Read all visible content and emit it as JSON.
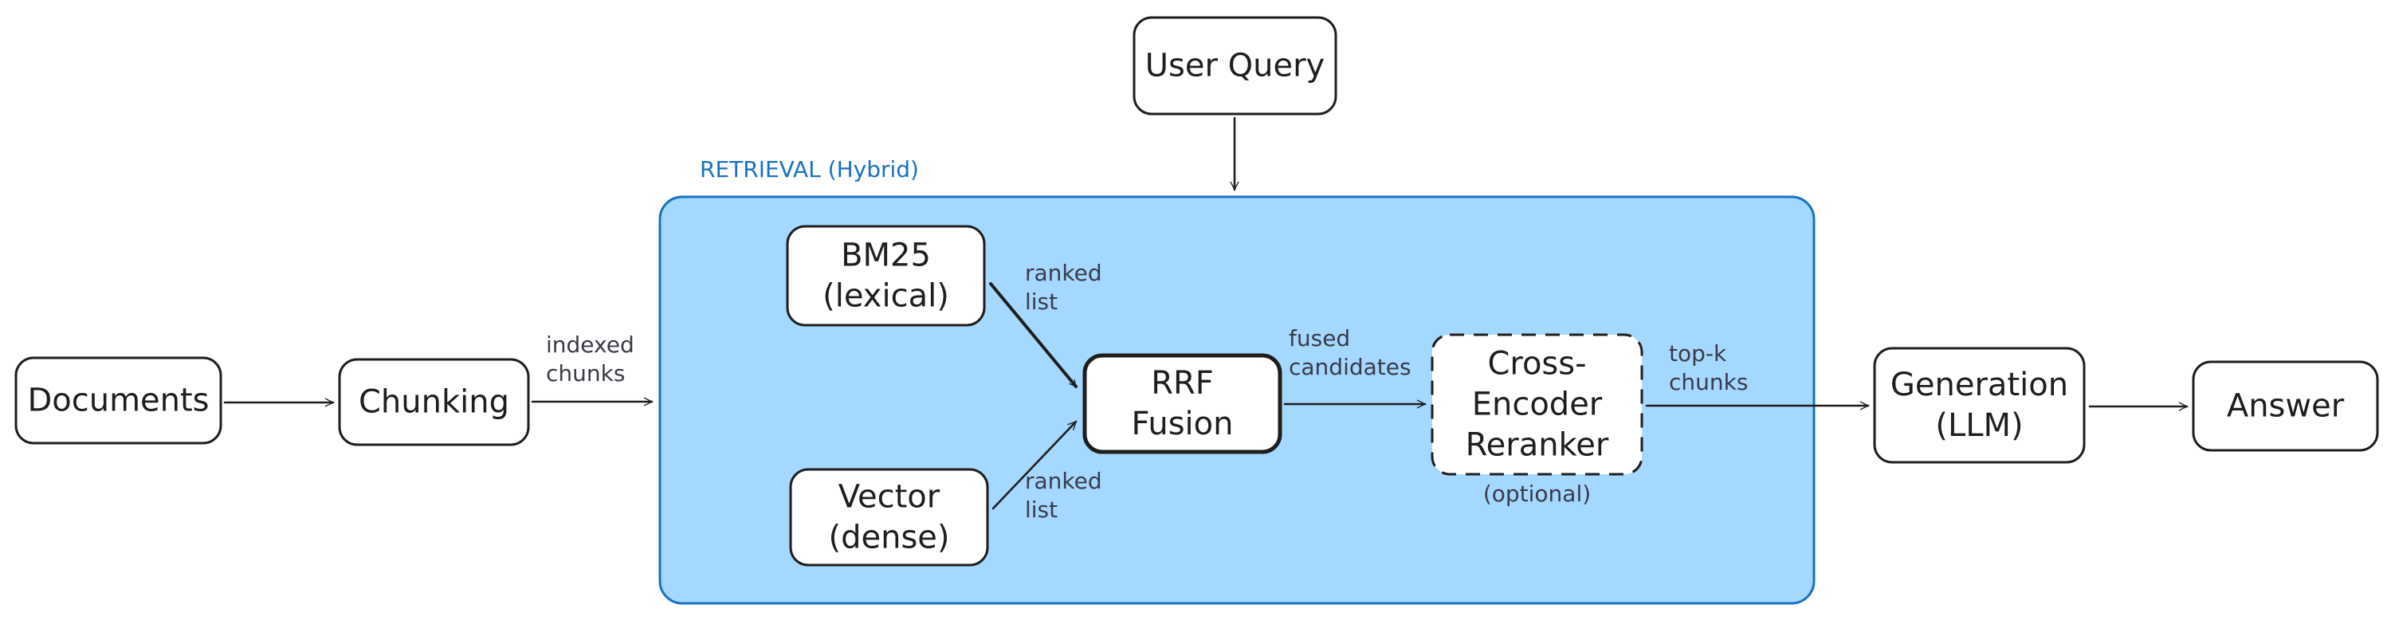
{
  "colors": {
    "stroke": "#1e1e1e",
    "group_fill": "#a5d8ff",
    "group_stroke": "#1971c2",
    "group_label": "#1971c2",
    "edge_label": "#3a3a4a",
    "node_fill": "#ffffff"
  },
  "group": {
    "label": "RETRIEVAL (Hybrid)"
  },
  "nodes": {
    "user_query": {
      "lines": [
        "User Query"
      ]
    },
    "documents": {
      "lines": [
        "Documents"
      ]
    },
    "chunking": {
      "lines": [
        "Chunking"
      ]
    },
    "bm25": {
      "lines": [
        "BM25",
        "(lexical)"
      ]
    },
    "vector": {
      "lines": [
        "Vector",
        "(dense)"
      ]
    },
    "rrf": {
      "lines": [
        "RRF",
        "Fusion"
      ]
    },
    "reranker": {
      "lines": [
        "Cross-",
        "Encoder",
        "Reranker"
      ],
      "note": "(optional)"
    },
    "generation": {
      "lines": [
        "Generation",
        "(LLM)"
      ]
    },
    "answer": {
      "lines": [
        "Answer"
      ]
    }
  },
  "edge_labels": {
    "indexed_chunks": [
      "indexed",
      "chunks"
    ],
    "bm25_ranked": [
      "ranked",
      "list"
    ],
    "vector_ranked": [
      "ranked",
      "list"
    ],
    "fused_candidates": [
      "fused",
      "candidates"
    ],
    "top_k_chunks": [
      "top-k",
      "chunks"
    ]
  }
}
